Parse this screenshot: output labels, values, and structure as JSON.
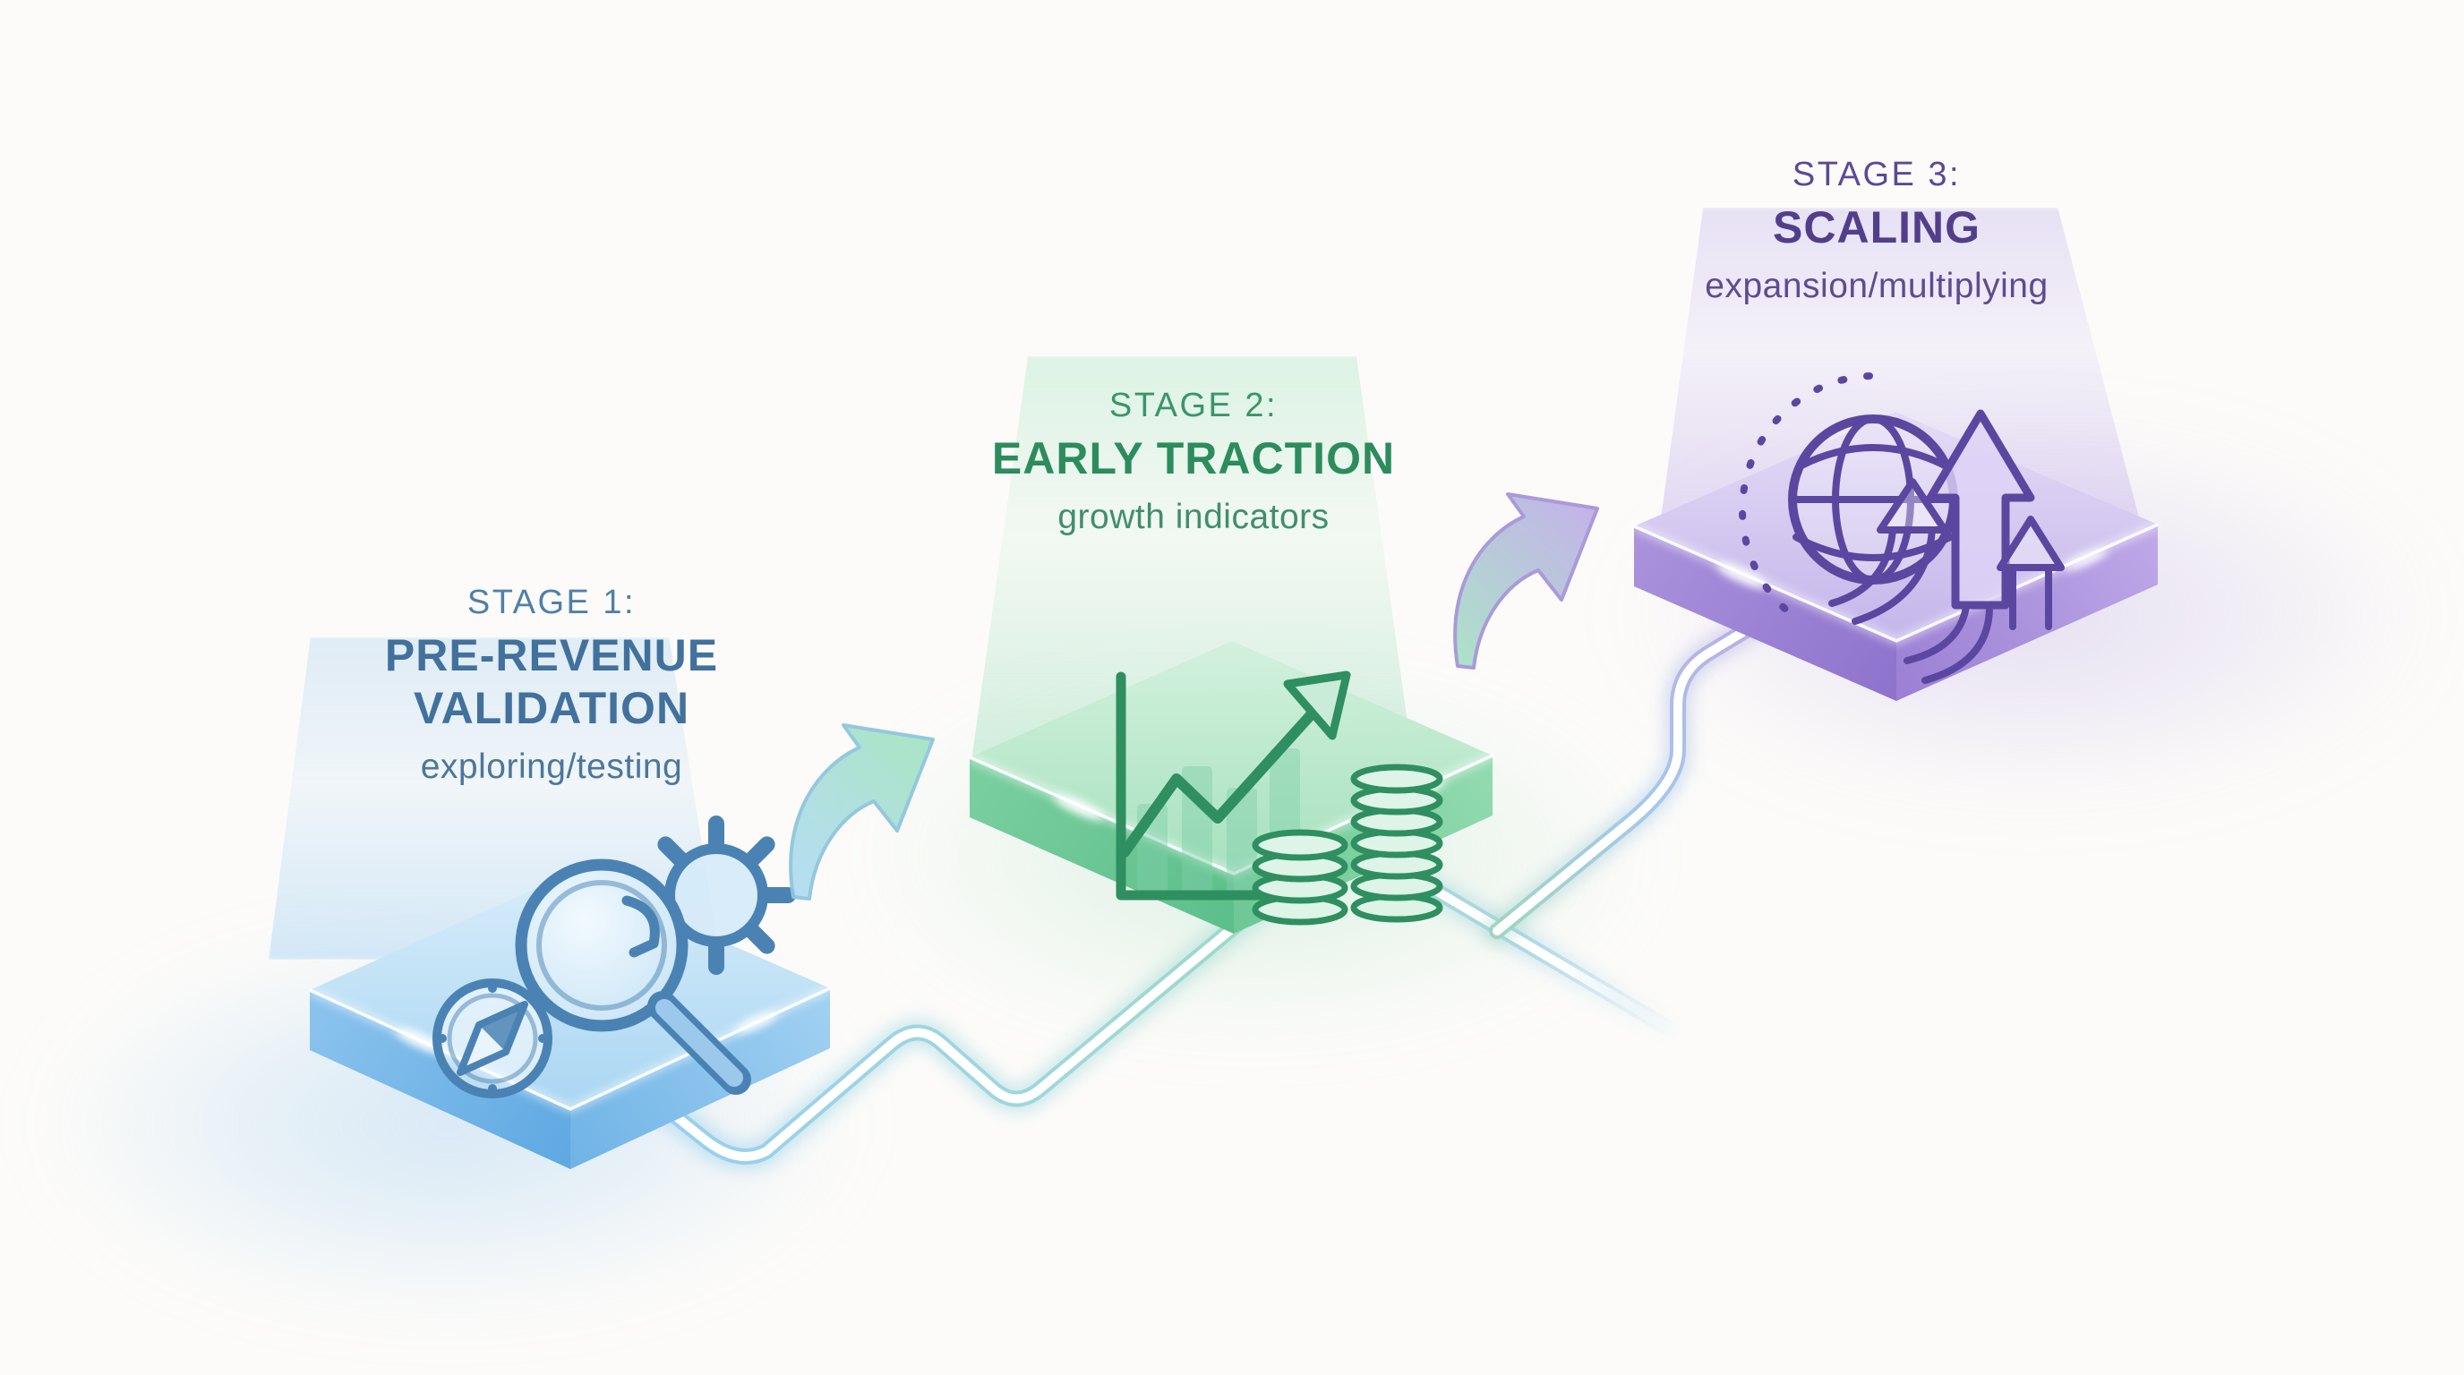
{
  "stages": [
    {
      "label": "STAGE 1:",
      "title": "PRE-REVENUE VALIDATION",
      "subtitle": "exploring/testing",
      "icon": "magnifier-gear-compass-icon",
      "accent_color": "#41719c",
      "platform_color": "#a9d6f2"
    },
    {
      "label": "STAGE 2:",
      "title": "EARLY TRACTION",
      "subtitle": "growth indicators",
      "icon": "growth-chart-coins-icon",
      "accent_color": "#2c8c5e",
      "platform_color": "#a6e1bf"
    },
    {
      "label": "STAGE 3:",
      "title": "SCALING",
      "subtitle": "expansion/multiplying",
      "icon": "globe-growth-arrows-icon",
      "accent_color": "#523e8b",
      "platform_color": "#c4b5ea"
    }
  ],
  "connectors": {
    "arrow_stage1_to_stage2": "curved-swoosh-arrow",
    "arrow_stage2_to_stage3": "curved-swoosh-arrow",
    "road": "glowing-milestone-path",
    "road_gradient": [
      "#93cdef",
      "#96d9c2",
      "#9fc4ea",
      "#b7a8e2"
    ]
  }
}
